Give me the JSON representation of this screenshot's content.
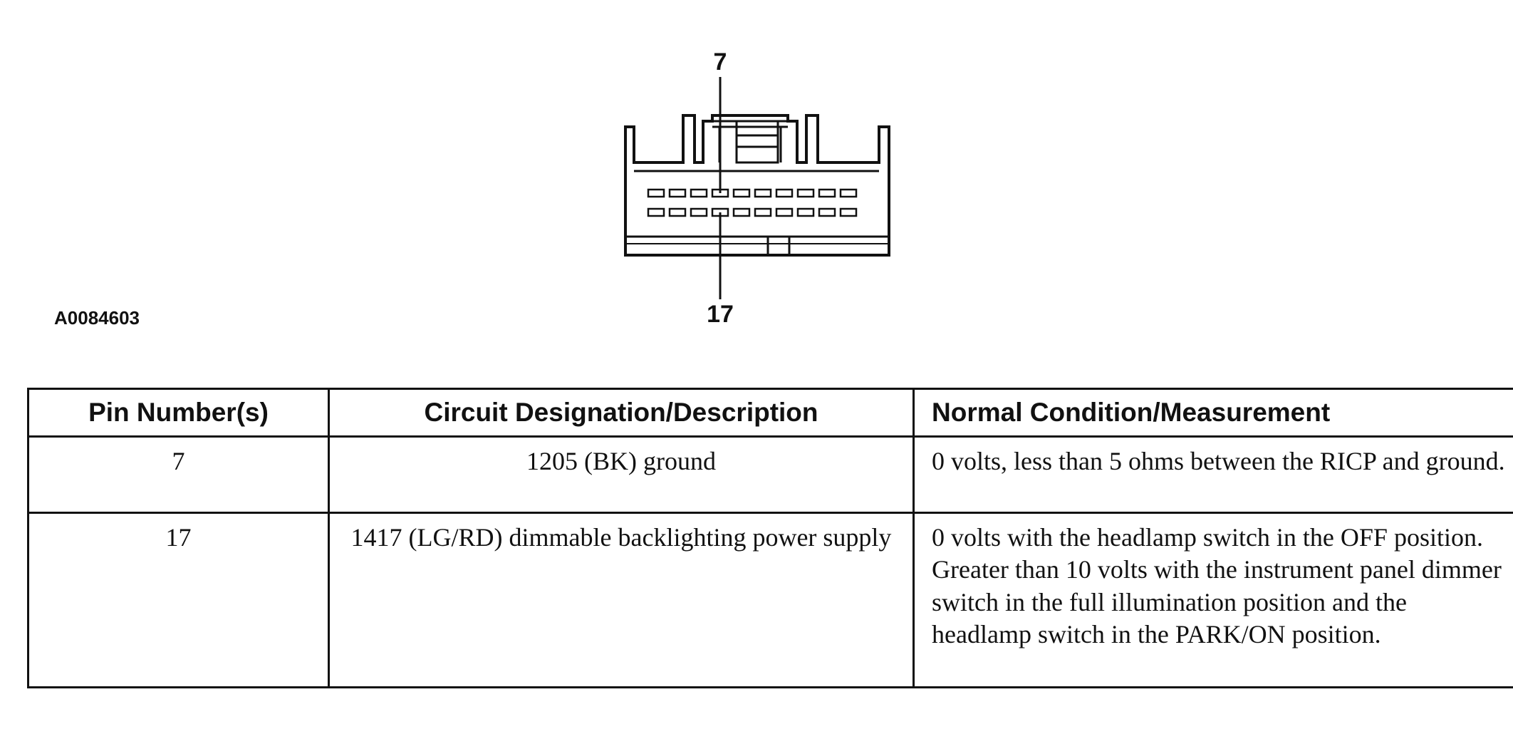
{
  "diagram": {
    "top_pin_label": "7",
    "bottom_pin_label": "17",
    "figure_id": "A0084603"
  },
  "table": {
    "headers": [
      "Pin Number(s)",
      "Circuit Designation/Description",
      "Normal Condition/Measurement"
    ],
    "rows": [
      {
        "pin": "7",
        "circuit": "1205 (BK) ground",
        "condition": "0 volts, less than 5 ohms between the RICP and ground."
      },
      {
        "pin": "17",
        "circuit": "1417 (LG/RD) dimmable backlighting power supply",
        "condition": "0 volts with the headlamp switch in the OFF position. Greater than 10 volts with the instrument panel dimmer switch in the full illumination position and the headlamp switch in the PARK/ON position."
      }
    ]
  }
}
